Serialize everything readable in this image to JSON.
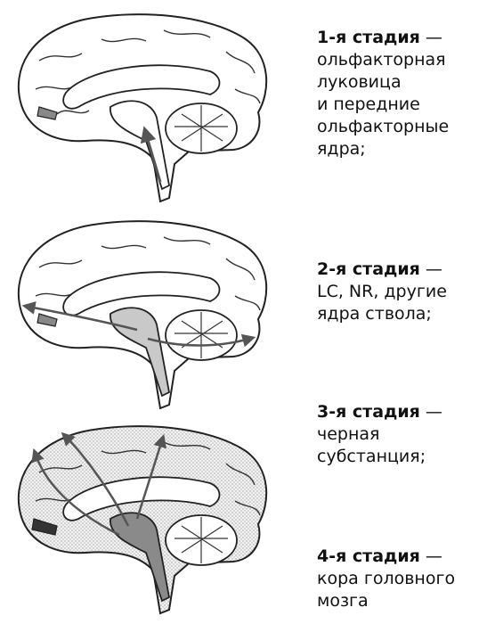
{
  "stages": [
    {
      "title": "1-я стадия",
      "dash": "—",
      "lines": [
        "ольфакторная",
        "луковица",
        "и передние",
        "ольфакторные",
        "ядра;"
      ]
    },
    {
      "title": "2-я стадия",
      "dash": "—",
      "lines": [
        "LC, NR, другие",
        "ядра ствола;"
      ]
    },
    {
      "title": "3-я стадия",
      "dash": "—",
      "lines": [
        "черная",
        "субстанция;"
      ]
    },
    {
      "title": "4-я стадия",
      "dash": "—",
      "lines": [
        "кора головного",
        "мозга"
      ]
    }
  ],
  "colors": {
    "outline": "#222222",
    "fill_light": "#ffffff",
    "fill_shaded": "#c9c9c9",
    "fill_dark": "#8a8a8a",
    "fill_stipple": "#e4e4e4"
  }
}
